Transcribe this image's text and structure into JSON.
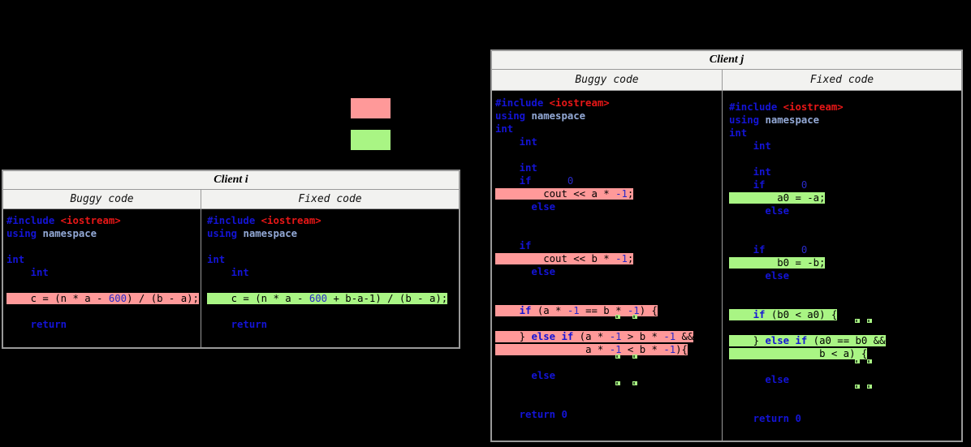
{
  "colors": {
    "background": "#000000",
    "buggy_highlight": "#ff9999",
    "fixed_highlight": "#a9f584",
    "keyword_blue": "#1414d6",
    "number_blue": "#2a2ac8",
    "namespace_blue": "#93a9d6",
    "include_red": "#e81717",
    "header_bg": "#f2f2f0",
    "border_gray": "#999999"
  },
  "legend": {
    "buggy_swatch_color": "#ff9999",
    "fixed_swatch_color": "#a9f584"
  },
  "tables": [
    {
      "title": "Client i",
      "buggy_header": "Buggy code",
      "fixed_header": "Fixed code",
      "buggy": {
        "lines": [
          {
            "segs": [
              [
                "k",
                "#include"
              ],
              [
                "p",
                " "
              ],
              [
                "i",
                "<iostream>"
              ]
            ]
          },
          {
            "segs": [
              [
                "k",
                "using"
              ],
              [
                "p",
                " "
              ],
              [
                "s",
                "namespace"
              ]
            ]
          },
          {
            "segs": []
          },
          {
            "segs": [
              [
                "k",
                "int"
              ]
            ]
          },
          {
            "segs": [
              [
                "p",
                "    "
              ],
              [
                "k",
                "int"
              ]
            ]
          },
          {
            "segs": []
          },
          {
            "hl": "r",
            "segs": [
              [
                "p",
                "    "
              ],
              [
                "b",
                "c = (n * a - "
              ],
              [
                "n",
                "600"
              ],
              [
                "b",
                ") / (b - a);"
              ]
            ]
          },
          {
            "segs": []
          },
          {
            "segs": [
              [
                "p",
                "    "
              ],
              [
                "k",
                "return"
              ]
            ]
          }
        ],
        "markers": []
      },
      "fixed": {
        "lines": [
          {
            "segs": [
              [
                "k",
                "#include"
              ],
              [
                "p",
                " "
              ],
              [
                "i",
                "<iostream>"
              ]
            ]
          },
          {
            "segs": [
              [
                "k",
                "using"
              ],
              [
                "p",
                " "
              ],
              [
                "s",
                "namespace"
              ]
            ]
          },
          {
            "segs": []
          },
          {
            "segs": [
              [
                "k",
                "int"
              ]
            ]
          },
          {
            "segs": [
              [
                "p",
                "    "
              ],
              [
                "k",
                "int"
              ]
            ]
          },
          {
            "segs": []
          },
          {
            "hl": "g",
            "segs": [
              [
                "p",
                "    "
              ],
              [
                "b",
                "c = (n * a - "
              ],
              [
                "n",
                "600"
              ],
              [
                "b",
                " + b-a-1) / (b - a);"
              ]
            ]
          },
          {
            "segs": []
          },
          {
            "segs": [
              [
                "p",
                "    "
              ],
              [
                "k",
                "return"
              ]
            ]
          }
        ],
        "markers": []
      }
    },
    {
      "title": "Client j",
      "buggy_header": "Buggy code",
      "fixed_header": "Fixed code",
      "buggy": {
        "lines": [
          {
            "segs": [
              [
                "k",
                "#include"
              ],
              [
                "p",
                " "
              ],
              [
                "i",
                "<iostream>"
              ]
            ]
          },
          {
            "segs": [
              [
                "k",
                "using"
              ],
              [
                "p",
                " "
              ],
              [
                "s",
                "namespace"
              ]
            ]
          },
          {
            "segs": [
              [
                "k",
                "int"
              ]
            ]
          },
          {
            "segs": [
              [
                "p",
                "    "
              ],
              [
                "k",
                "int"
              ]
            ]
          },
          {
            "segs": []
          },
          {
            "segs": [
              [
                "p",
                "    "
              ],
              [
                "k",
                "int"
              ]
            ]
          },
          {
            "segs": [
              [
                "p",
                "    "
              ],
              [
                "k",
                "if"
              ],
              [
                "p",
                "      "
              ],
              [
                "n",
                "0"
              ]
            ]
          },
          {
            "hl": "r",
            "segs": [
              [
                "p",
                "        "
              ],
              [
                "b",
                "cout << a * "
              ],
              [
                "n",
                "-1"
              ],
              [
                "b",
                ";"
              ]
            ]
          },
          {
            "segs": [
              [
                "p",
                "      "
              ],
              [
                "k",
                "else"
              ]
            ]
          },
          {
            "segs": []
          },
          {
            "segs": []
          },
          {
            "segs": [
              [
                "p",
                "    "
              ],
              [
                "k",
                "if"
              ]
            ]
          },
          {
            "hl": "r",
            "segs": [
              [
                "p",
                "        "
              ],
              [
                "b",
                "cout << b * "
              ],
              [
                "n",
                "-1"
              ],
              [
                "b",
                ";"
              ]
            ]
          },
          {
            "segs": [
              [
                "p",
                "      "
              ],
              [
                "k",
                "else"
              ]
            ]
          },
          {
            "segs": []
          },
          {
            "segs": []
          },
          {
            "hl": "r",
            "segs": [
              [
                "p",
                "    "
              ],
              [
                "k",
                "if"
              ],
              [
                "b",
                " (a * "
              ],
              [
                "n",
                "-1"
              ],
              [
                "b",
                " == b * "
              ],
              [
                "n",
                "-1"
              ],
              [
                "b",
                ") {"
              ]
            ]
          },
          {
            "segs": []
          },
          {
            "hl": "r",
            "segs": [
              [
                "p",
                "    "
              ],
              [
                "b",
                "} "
              ],
              [
                "k",
                "else"
              ],
              [
                "b",
                " "
              ],
              [
                "k",
                "if"
              ],
              [
                "b",
                " (a * "
              ],
              [
                "n",
                "-1"
              ],
              [
                "b",
                " > b * "
              ],
              [
                "n",
                "-1"
              ],
              [
                "b",
                " &&"
              ]
            ]
          },
          {
            "hl": "r",
            "segs": [
              [
                "p",
                "               "
              ],
              [
                "b",
                "a * "
              ],
              [
                "n",
                "-1"
              ],
              [
                "b",
                " < b * "
              ],
              [
                "n",
                "-1"
              ],
              [
                "b",
                "){"
              ]
            ]
          },
          {
            "segs": []
          },
          {
            "segs": [
              [
                "p",
                "      "
              ],
              [
                "k",
                "else"
              ]
            ]
          },
          {
            "segs": []
          },
          {
            "segs": []
          },
          {
            "segs": [
              [
                "p",
                "    "
              ],
              [
                "k",
                "return 0"
              ]
            ]
          }
        ],
        "markers": [
          [
            152,
            276
          ],
          [
            173,
            276
          ],
          [
            152,
            325
          ],
          [
            173,
            325
          ],
          [
            152,
            358
          ],
          [
            173,
            358
          ]
        ]
      },
      "fixed": {
        "lines": [
          {
            "segs": [
              [
                "k",
                "#include"
              ],
              [
                "p",
                " "
              ],
              [
                "i",
                "<iostream>"
              ]
            ]
          },
          {
            "segs": [
              [
                "k",
                "using"
              ],
              [
                "p",
                " "
              ],
              [
                "s",
                "namespace"
              ]
            ]
          },
          {
            "segs": [
              [
                "k",
                "int"
              ]
            ]
          },
          {
            "segs": [
              [
                "p",
                "    "
              ],
              [
                "k",
                "int"
              ]
            ]
          },
          {
            "segs": []
          },
          {
            "segs": [
              [
                "p",
                "    "
              ],
              [
                "k",
                "int"
              ]
            ]
          },
          {
            "segs": [
              [
                "p",
                "    "
              ],
              [
                "k",
                "if"
              ],
              [
                "p",
                "      "
              ],
              [
                "n",
                "0"
              ]
            ]
          },
          {
            "hl": "g",
            "segs": [
              [
                "p",
                "        "
              ],
              [
                "b",
                "a0 = -a;"
              ]
            ]
          },
          {
            "segs": [
              [
                "p",
                "      "
              ],
              [
                "k",
                "else"
              ]
            ]
          },
          {
            "segs": []
          },
          {
            "segs": []
          },
          {
            "segs": [
              [
                "p",
                "    "
              ],
              [
                "k",
                "if"
              ],
              [
                "p",
                "      "
              ],
              [
                "n",
                "0"
              ]
            ]
          },
          {
            "hl": "g",
            "segs": [
              [
                "p",
                "        "
              ],
              [
                "b",
                "b0 = -b;"
              ]
            ]
          },
          {
            "segs": [
              [
                "p",
                "      "
              ],
              [
                "k",
                "else"
              ]
            ]
          },
          {
            "segs": []
          },
          {
            "segs": []
          },
          {
            "hl": "g",
            "segs": [
              [
                "p",
                "    "
              ],
              [
                "k",
                "if"
              ],
              [
                "b",
                " (b0 < a0) {"
              ]
            ]
          },
          {
            "segs": []
          },
          {
            "hl": "g",
            "segs": [
              [
                "p",
                "    "
              ],
              [
                "b",
                "} "
              ],
              [
                "k",
                "else"
              ],
              [
                "b",
                " "
              ],
              [
                "k",
                "if"
              ],
              [
                "b",
                " (a0 == b0 &&"
              ]
            ]
          },
          {
            "hl": "g",
            "segs": [
              [
                "p",
                "               "
              ],
              [
                "b",
                "b < a) {"
              ]
            ]
          },
          {
            "segs": []
          },
          {
            "segs": [
              [
                "p",
                "      "
              ],
              [
                "k",
                "else"
              ]
            ]
          },
          {
            "segs": []
          },
          {
            "segs": []
          },
          {
            "segs": [
              [
                "p",
                "    "
              ],
              [
                "k",
                "return 0"
              ]
            ]
          }
        ],
        "markers": [
          [
            163,
            281
          ],
          [
            178,
            281
          ],
          [
            163,
            331
          ],
          [
            178,
            331
          ],
          [
            163,
            362
          ],
          [
            178,
            362
          ]
        ]
      }
    }
  ]
}
